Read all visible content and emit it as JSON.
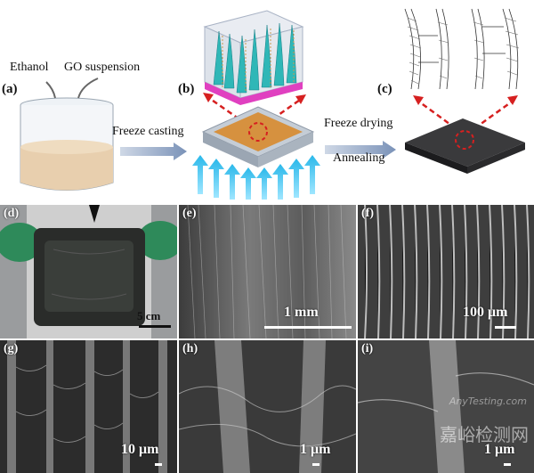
{
  "schematic": {
    "label_a": "(a)",
    "label_b": "(b)",
    "label_c": "(c)",
    "ethanol": "Ethanol",
    "go_suspension": "GO suspension",
    "freeze_casting": "Freeze casting",
    "freeze_drying": "Freeze drying",
    "annealing": "Annealing"
  },
  "panels": [
    {
      "id": "d",
      "label": "(d)",
      "scale": "5 cm"
    },
    {
      "id": "e",
      "label": "(e)",
      "scale": "1 mm"
    },
    {
      "id": "f",
      "label": "(f)",
      "scale": "100 μm"
    },
    {
      "id": "g",
      "label": "(g)",
      "scale": "10 μm"
    },
    {
      "id": "h",
      "label": "(h)",
      "scale": "1 μm"
    },
    {
      "id": "i",
      "label": "(i)",
      "scale": "1 μm"
    }
  ],
  "watermark": {
    "cn": "嘉峪检测网",
    "en": "AnyTesting.com"
  },
  "colors": {
    "accent_red": "#d62020",
    "arrow_blue": "#46c8f0",
    "pillar_teal": "#2fb7b7",
    "base_pink": "#e040c0"
  }
}
